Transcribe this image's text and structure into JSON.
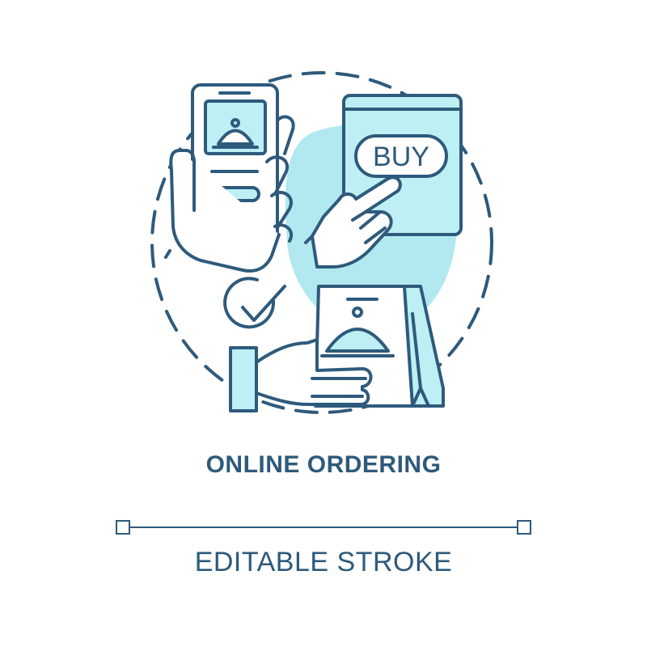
{
  "colors": {
    "outline": "#2e5a7c",
    "fill_light": "#bdeff4",
    "fill_accent": "#9fe3ec",
    "background": "#ffffff"
  },
  "icon": {
    "name": "online-ordering-concept-icon",
    "buy_button_label": "BUY"
  },
  "title": "ONLINE ORDERING",
  "caption": "EDITABLE STROKE"
}
